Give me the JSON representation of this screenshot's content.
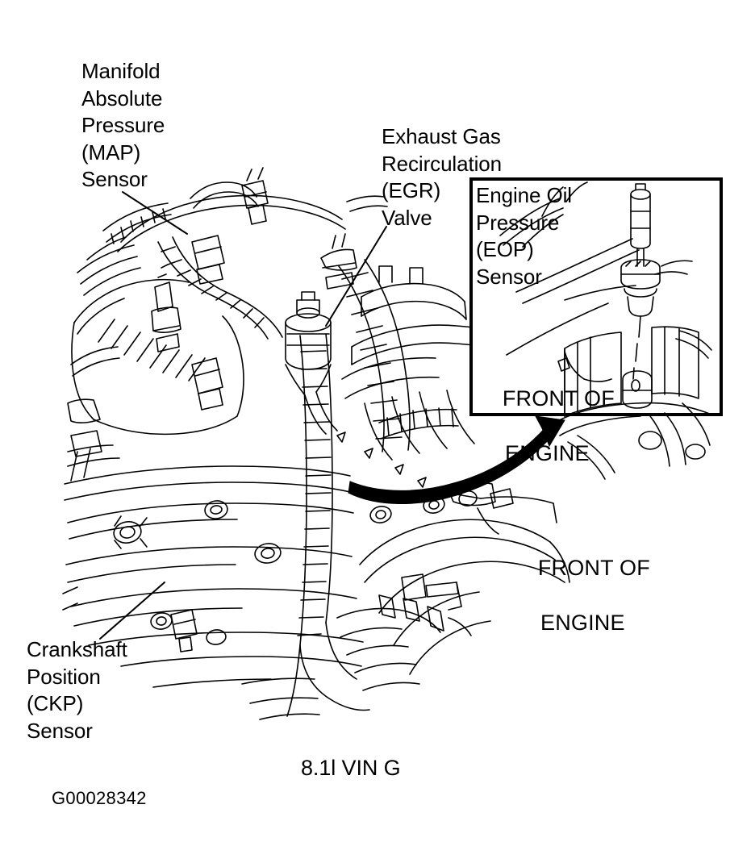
{
  "figure": {
    "id": "G00028342",
    "caption": "8.1l VIN G",
    "subject": "engine-sensor-locations"
  },
  "labels": {
    "map_sensor": "Manifold\nAbsolute\nPressure\n(MAP)\nSensor",
    "egr_valve": "Exhaust Gas\nRecirculation\n(EGR)\nValve",
    "eop_sensor": "Engine Oil\nPressure\n(EOP)\nSensor",
    "ckp_sensor": "Crankshaft\nPosition\n(CKP)\nSensor"
  },
  "orientation": {
    "main_line1": "FRONT OF",
    "main_line2": "ENGINE",
    "inset_line1": "FRONT OF",
    "inset_line2": "ENGINE",
    "arrow_icon": "up-left-arrow-icon"
  },
  "inset": {
    "title": "Engine Oil Pressure (EOP) Sensor detail",
    "border_color": "#000000"
  },
  "style": {
    "line_color": "#000000",
    "background": "#ffffff",
    "callout_arrow_color": "#000000"
  }
}
